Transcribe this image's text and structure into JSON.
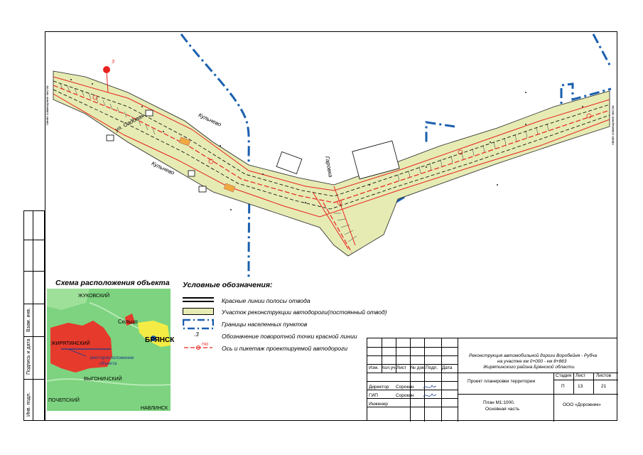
{
  "scheme": {
    "title": "Схема расположения объекта",
    "towns": [
      "ЖУКОВСКИЙ",
      "Сельцо",
      "БРЯНСК",
      "ЖИРЯТИНСКИЙ",
      "ВЫГОНИЧСКИЙ",
      "ПОЧЕПСКИЙ",
      "НАВЛИНСК"
    ],
    "object_label_1": "месторасположение",
    "object_label_2": "объекта"
  },
  "legend": {
    "title": "Условные обозначения:",
    "items": [
      "Красные линии полосы отвода",
      "Участок реконструкции автодороги(постоянный отвод)",
      "Границы населенных пунктов",
      "Обозначение поворотной точки красной линии",
      "Ось и пикетаж проектируемой автодороги"
    ],
    "point_mark": ".3",
    "picket_mark": "ПК0"
  },
  "map": {
    "labels": {
      "street": "ул. Садовая",
      "village_1": "Кульнево",
      "village_2": "Кульнево",
      "town_right": "Гаровка",
      "point_3": "3",
      "left_edge": "линия совмещения листов",
      "right_edge": "линия совмещения листов"
    }
  },
  "side_stamp": [
    "Инв. подл.",
    "Подпись и дата",
    "Взам. инв."
  ],
  "title_block": {
    "project": "Реконструкция автомобильной дороги Воробейня - Рубча на участке км 0+000 - км 8+863 Жирятинского района Брянской области.",
    "project_line1": "Реконструкция автомобильной дороги Воробейня - Рубча",
    "project_line2": "на участке км 0+000 - км 8+863",
    "project_line3": "Жирятинского района Брянской области.",
    "headers": [
      "Изм.",
      "Кол.уч",
      "Лист",
      "№ док.",
      "Подп.",
      "Дата"
    ],
    "roles": [
      {
        "role": "Директор",
        "name": "Сорокин"
      },
      {
        "role": "ГИП",
        "name": "Сорокин"
      },
      {
        "role": "Инженер",
        "name": ""
      }
    ],
    "section": "Проект планировки территории",
    "stage_header": "Стадия",
    "sheet_header": "Лист",
    "sheets_header": "Листов",
    "stage": "П",
    "sheet": "13",
    "sheets": "21",
    "plan_line1": "План М1:1000.",
    "plan_line2": "Основная часть",
    "company": "ООО «Дорожник»"
  },
  "colors": {
    "road_fill": "#e6ebb4",
    "red_line": "#e8231f",
    "border_blue": "#1a5fae",
    "scheme_green": "#7dd37f",
    "scheme_red": "#e53a2c",
    "scheme_yellow": "#f4ec45"
  }
}
